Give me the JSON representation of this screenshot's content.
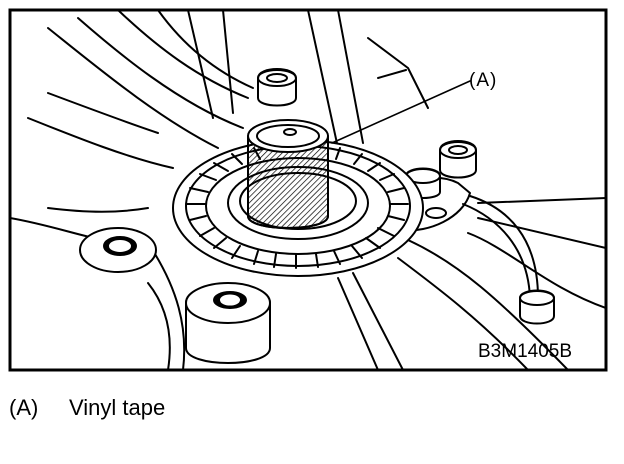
{
  "figure": {
    "callout": "(A)",
    "figure_id": "B3M1405B"
  },
  "legend": {
    "key": "(A)",
    "text": "Vinyl tape"
  }
}
